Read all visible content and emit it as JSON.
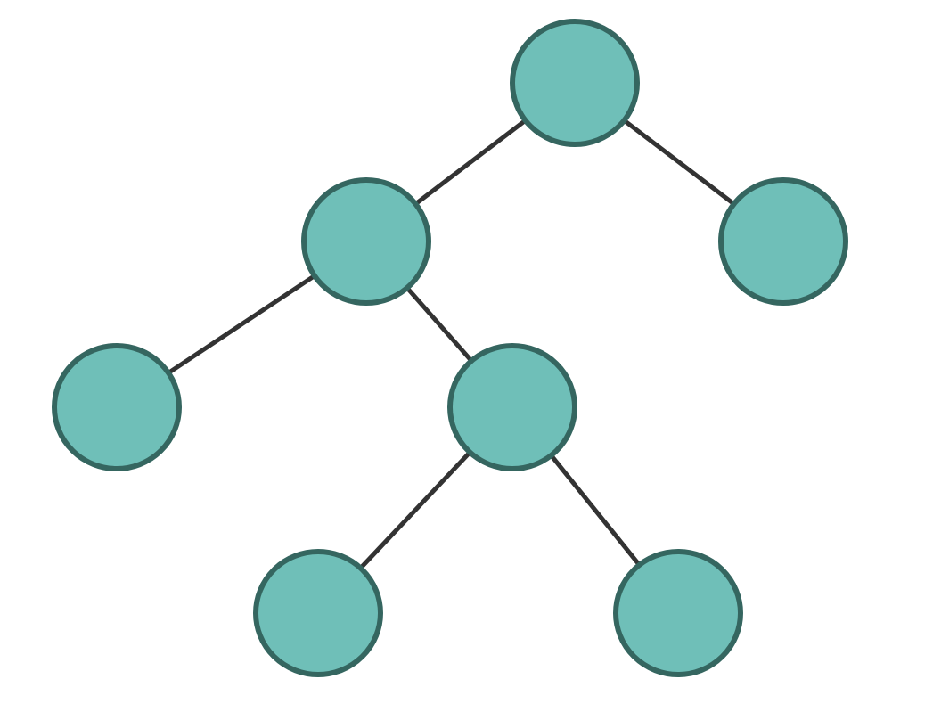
{
  "diagram": {
    "type": "binary-tree",
    "colors": {
      "node_fill": "#6fbfb8",
      "node_stroke": "#356660",
      "edge": "#333333",
      "background": "#ffffff"
    },
    "nodes": [
      {
        "id": "root",
        "label": ""
      },
      {
        "id": "left",
        "label": ""
      },
      {
        "id": "right",
        "label": ""
      },
      {
        "id": "left-left",
        "label": ""
      },
      {
        "id": "left-right",
        "label": ""
      },
      {
        "id": "left-right-left",
        "label": ""
      },
      {
        "id": "left-right-right",
        "label": ""
      }
    ],
    "edges": [
      {
        "from": "root",
        "to": "left"
      },
      {
        "from": "root",
        "to": "right"
      },
      {
        "from": "left",
        "to": "left-left"
      },
      {
        "from": "left",
        "to": "left-right"
      },
      {
        "from": "left-right",
        "to": "left-right-left"
      },
      {
        "from": "left-right",
        "to": "left-right-right"
      }
    ]
  }
}
